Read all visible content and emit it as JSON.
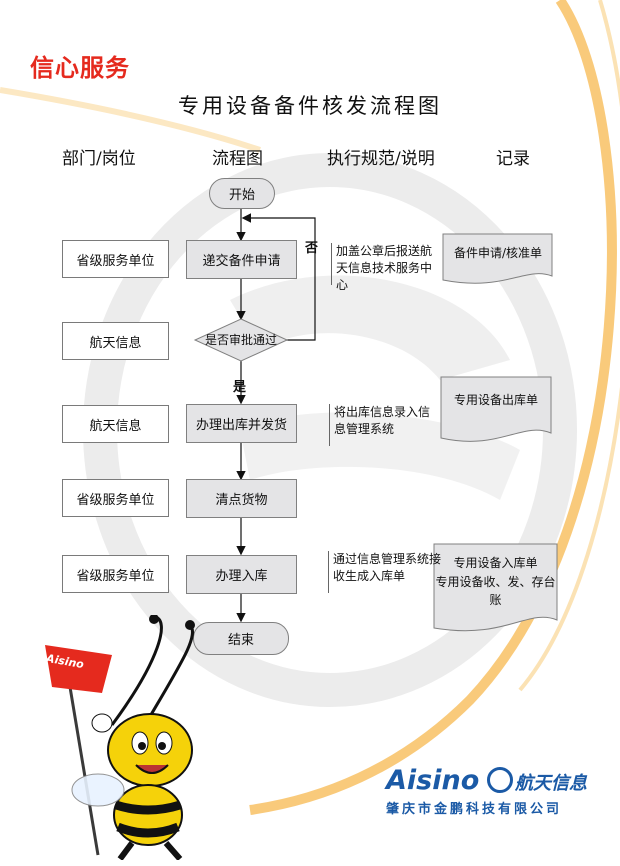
{
  "brand": "信心服务",
  "title": "专用设备备件核发流程图",
  "columns": [
    "部门/岗位",
    "流程图",
    "执行规范/说明",
    "记录"
  ],
  "start": "开始",
  "end": "结束",
  "departments": [
    "省级服务单位",
    "航天信息",
    "航天信息",
    "省级服务单位",
    "省级服务单位"
  ],
  "steps": [
    "递交备件申请",
    "是否审批通过",
    "办理出库并发货",
    "清点货物",
    "办理入库"
  ],
  "branch_no": "否",
  "branch_yes": "是",
  "notes": [
    "加盖公章后报送航天信息技术服务中心",
    "将出库信息录入信息管理系统",
    "通过信息管理系统接收生成入库单"
  ],
  "records": [
    "备件申请/核准单",
    "专用设备出库单",
    "专用设备入库单",
    "专用设备收、发、存台账"
  ],
  "mascot_flag": "Aisino",
  "logo": "Aisino",
  "logo_cn": "航天信息",
  "company": "肇庆市金鹏科技有限公司"
}
